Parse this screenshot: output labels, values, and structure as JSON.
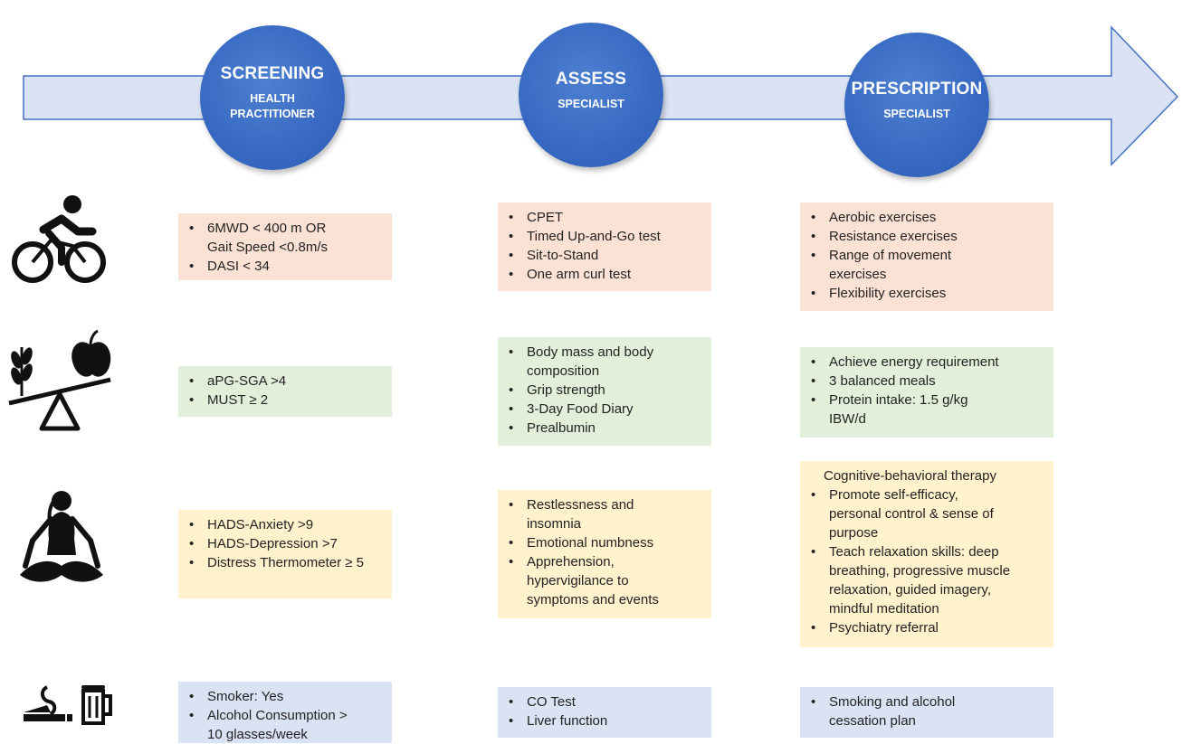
{
  "stages": [
    {
      "title": "SCREENING",
      "subtitle": "HEALTH PRACTITIONER"
    },
    {
      "title": "ASSESS",
      "subtitle": "SPECIALIST"
    },
    {
      "title": "PRESCRIPTION",
      "subtitle": "SPECIALIST"
    }
  ],
  "rows": [
    {
      "icon": "cycling-icon",
      "screening": [
        "6MWD < 400 m OR Gait Speed <0.8m/s",
        "DASI < 34"
      ],
      "assess": [
        "CPET",
        "Timed Up-and-Go test",
        "Sit-to-Stand",
        "One arm curl test"
      ],
      "prescription": [
        "Aerobic exercises",
        "Resistance exercises",
        "Range of movement exercises",
        "Flexibility exercises"
      ]
    },
    {
      "icon": "nutrition-balance-icon",
      "screening": [
        "aPG-SGA >4",
        "MUST ≥ 2"
      ],
      "assess": [
        "Body mass and body composition",
        "Grip strength",
        "3-Day Food Diary",
        "Prealbumin"
      ],
      "prescription": [
        "Achieve energy requirement",
        "3 balanced meals",
        "Protein intake: 1.5 g/kg IBW/d"
      ]
    },
    {
      "icon": "meditation-icon",
      "screening": [
        "HADS-Anxiety >9",
        "HADS-Depression >7",
        "Distress Thermometer ≥ 5"
      ],
      "assess": [
        "Restlessness and insomnia",
        "Emotional numbness",
        "Apprehension, hypervigilance to symptoms and events"
      ],
      "prescription_intro": "Cognitive-behavioral therapy",
      "prescription": [
        "Promote self-efficacy, personal control & sense of purpose",
        "Teach relaxation skills: deep breathing, progressive muscle relaxation, guided imagery, mindful meditation",
        "Psychiatry referral"
      ]
    },
    {
      "icon": "smoking-alcohol-icon",
      "screening": [
        "Smoker: Yes",
        "Alcohol Consumption > 10 glasses/week"
      ],
      "assess": [
        "CO Test",
        "Liver function"
      ],
      "prescription": [
        "Smoking and alcohol cessation plan"
      ]
    }
  ],
  "colors": {
    "arrow_fill": "#dae3f3",
    "arrow_stroke": "#4472c4",
    "circle": "#3769c2",
    "orange": "#fbe2d5",
    "green": "#e2efda",
    "yellow": "#fff2cc",
    "blue": "#dae3f3"
  }
}
